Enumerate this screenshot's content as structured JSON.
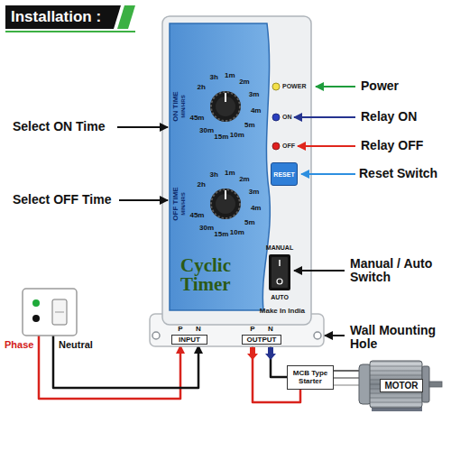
{
  "diagram": {
    "title": "Installation :",
    "nodes": [
      {
        "text": [
          "Cyclic Timer",
          "Make In India"
        ]
      },
      {
        "text": [
          "RESET"
        ],
        "in": 0
      },
      {
        "text": [
          "Phase",
          "Neutral"
        ]
      },
      {
        "text": [
          "INPUT"
        ],
        "in": 0
      },
      {
        "text": [
          "OUTPUT"
        ],
        "in": 0
      },
      {
        "text": [
          "MCB Type Starter"
        ]
      },
      {
        "text": [
          "MOTOR"
        ]
      }
    ],
    "edges": [
      {
        "from": 2,
        "to": 3,
        "arrow": "to"
      },
      {
        "from": 4,
        "to": 5,
        "arrow": "none"
      },
      {
        "from": 5,
        "to": 6,
        "arrow": "none"
      }
    ],
    "labels": [
      "Select ON Time",
      "Select OFF Time",
      "Power",
      "Relay ON",
      "Relay OFF",
      "Reset Switch",
      "Manual / Auto Switch",
      "Wall Mounting Hole",
      "POWER",
      "ON",
      "OFF",
      "ON TIME",
      "MIN/HRS",
      "1m",
      "2m",
      "3m",
      "4m",
      "5m",
      "10m",
      "15m",
      "30m",
      "45m",
      "2h",
      "3h",
      "OFF TIME",
      "MIN/HRS",
      "1m",
      "2m",
      "3m",
      "4m",
      "5m",
      "10m",
      "15m",
      "30m",
      "45m",
      "2h",
      "3h",
      "MANUAL",
      "AUTO",
      "P",
      "N",
      "P",
      "N"
    ]
  }
}
